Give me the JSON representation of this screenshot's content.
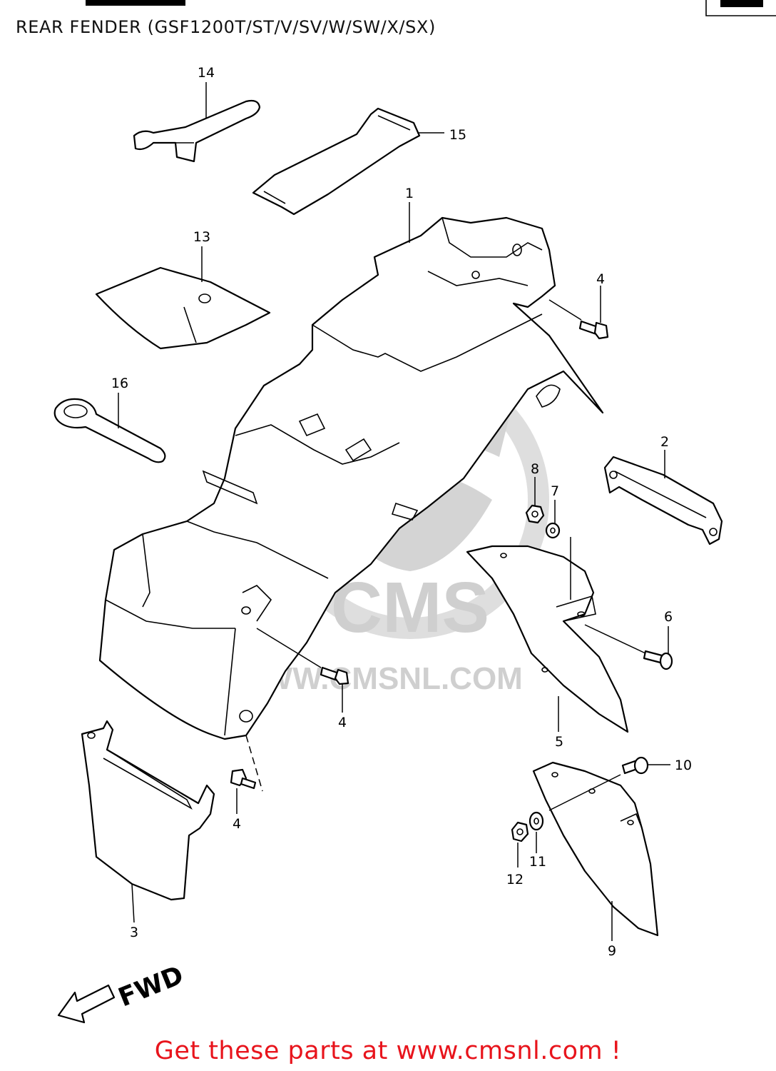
{
  "title": "REAR FENDER (GSF1200T/ST/V/SV/W/SW/X/SX)",
  "footer": "Get these parts at www.cmsnl.com !",
  "watermark": {
    "logo": "CMS",
    "url": "WWW.CMSNL.COM"
  },
  "fwd_label": "FWD",
  "colors": {
    "footer": "#e8141c",
    "watermark": "#d4d4d4",
    "line": "#000000"
  },
  "callouts": [
    "14",
    "15",
    "1",
    "13",
    "4",
    "16",
    "2",
    "8",
    "7",
    "6",
    "4",
    "5",
    "10",
    "4",
    "11",
    "12",
    "3",
    "9"
  ]
}
